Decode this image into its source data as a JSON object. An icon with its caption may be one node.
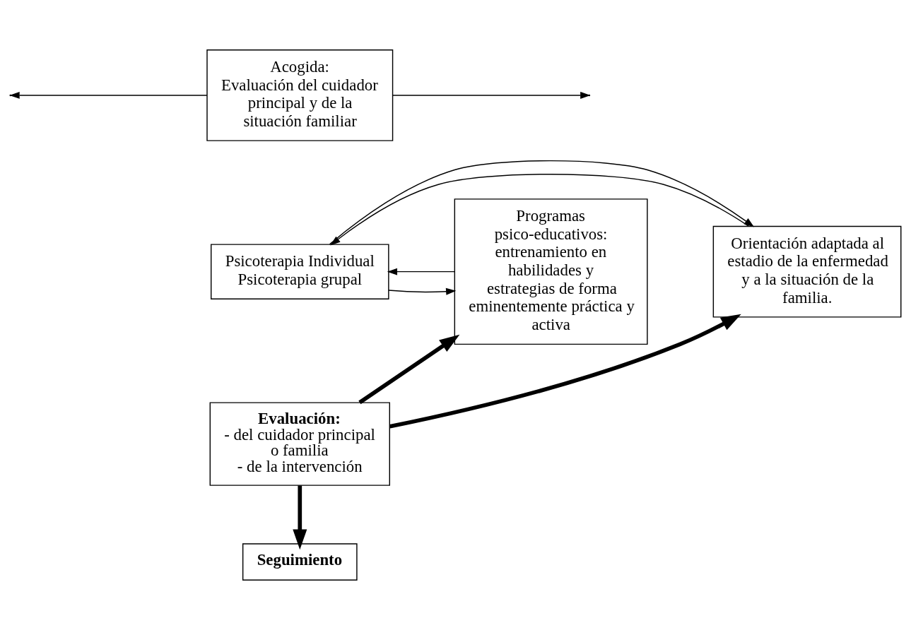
{
  "diagram": {
    "nodes": [
      {
        "text": [
          "Acogida:",
          "Evaluación del cuidador principal y de la situación familiar"
        ]
      },
      {
        "text": [
          "Orientación adaptada al estadio de la enfermedad y a la situación de la familia."
        ]
      },
      {
        "text": [
          "Psicoterapia Individual",
          "Psicoterapia grupal"
        ]
      },
      {
        "text": [
          "Programas psico-educativos: entrenamiento en habilidades y estrategias de forma eminentemente práctica y activa"
        ]
      },
      {
        "text": [
          "Evaluación:",
          "- del cuidador principal o familia",
          "- de la intervención"
        ]
      },
      {
        "text": [
          "Seguimiento"
        ]
      }
    ],
    "edges": [
      {
        "from": 0,
        "to": null,
        "arrow": "to"
      },
      {
        "from": 0,
        "to": null,
        "arrow": "to"
      },
      {
        "from": 1,
        "to": 2,
        "arrow": "to"
      },
      {
        "from": 2,
        "to": 1,
        "arrow": "to"
      },
      {
        "from": 2,
        "to": 3,
        "arrow": "to"
      },
      {
        "from": 3,
        "to": 2,
        "arrow": "to"
      },
      {
        "from": 4,
        "to": 1,
        "arrow": "to",
        "style": "thick"
      },
      {
        "from": 4,
        "to": 3,
        "arrow": "to",
        "style": "thick"
      },
      {
        "from": 4,
        "to": 5,
        "arrow": "to",
        "style": "thick"
      }
    ]
  }
}
